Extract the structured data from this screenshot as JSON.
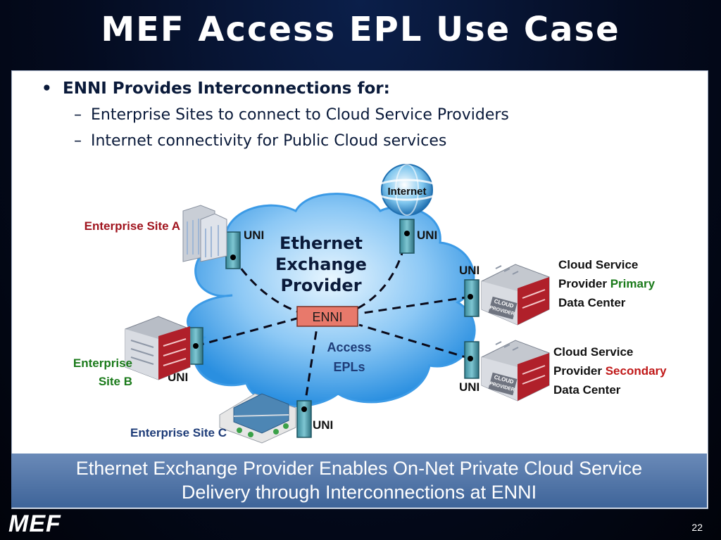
{
  "slide": {
    "title": "MEF Access EPL Use Case",
    "page_number": "22",
    "logo": "MEF"
  },
  "bullets": {
    "heading": "ENNI Provides Interconnections for:",
    "items": [
      "Enterprise Sites to connect to Cloud Service Providers",
      "Internet connectivity for Public Cloud services"
    ]
  },
  "diagram": {
    "cloud_label": [
      "Ethernet",
      "Exchange",
      "Provider"
    ],
    "enni_label": "ENNI",
    "access_label": [
      "Access",
      "EPLs"
    ],
    "internet_label": "Internet",
    "uni_label": "UNI",
    "site_a": "Enterprise Site A",
    "site_b": [
      "Enterprise",
      "Site B"
    ],
    "site_c": "Enterprise Site C",
    "csp_primary": [
      "Cloud Service",
      "Provider ",
      "Primary",
      "Data Center"
    ],
    "csp_secondary": [
      "Cloud Service",
      "Provider ",
      "Secondary",
      "Data Center"
    ],
    "building_badge": [
      "CLOUD",
      "PROVIDER"
    ],
    "colors": {
      "site_a": "#a0141e",
      "site_b": "#1a7a1a",
      "site_c": "#1e3c78",
      "primary": "#1a7a1a",
      "secondary": "#c01818",
      "enni_box": "#e8796b",
      "cloud": "#2a8fe0"
    }
  },
  "banner": {
    "line1": "Ethernet Exchange Provider Enables On-Net Private Cloud Service",
    "line2": "Delivery through Interconnections at ENNI"
  }
}
